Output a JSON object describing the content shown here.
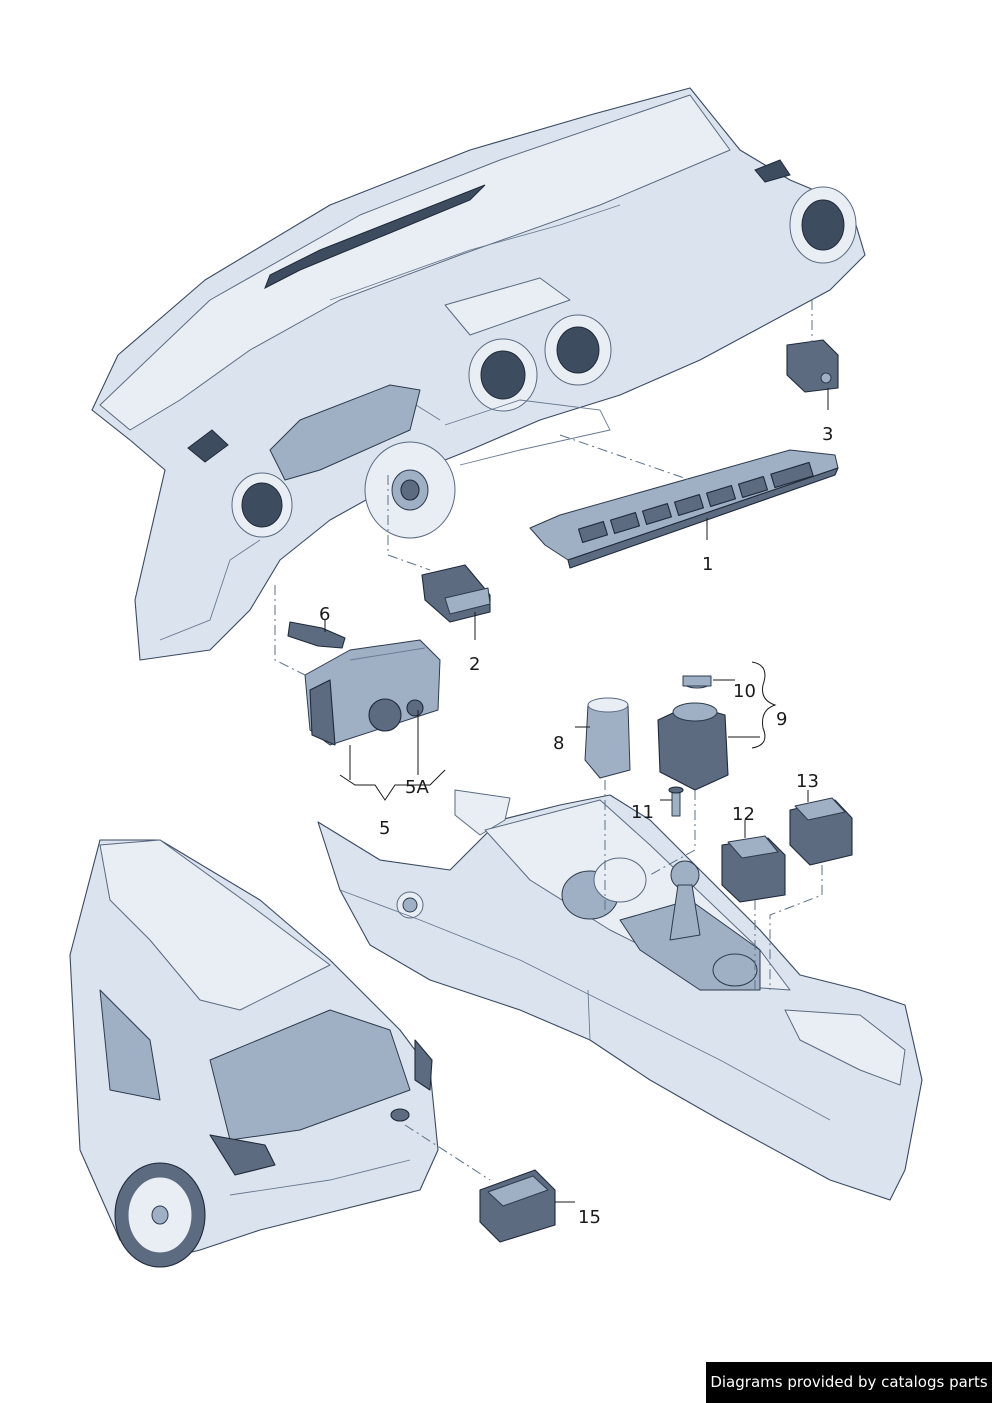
{
  "callouts": {
    "c1": "1",
    "c2": "2",
    "c3": "3",
    "c5": "5",
    "c5a": "5A",
    "c6": "6",
    "c8": "8",
    "c9": "9",
    "c10": "10",
    "c11": "11",
    "c12": "12",
    "c13": "13",
    "c15": "15"
  },
  "footer": {
    "credit": "Diagrams provided by catalogs parts"
  },
  "colors": {
    "part_fill": "#dbe4ee",
    "outline": "#3a4a60",
    "switch_dark": "#5d6b80",
    "footer_bg": "#000000",
    "footer_text": "#ffffff"
  }
}
